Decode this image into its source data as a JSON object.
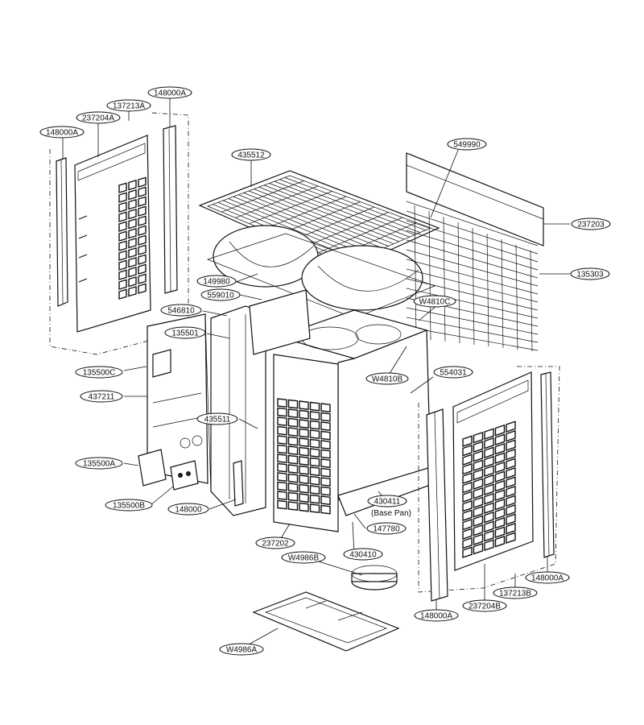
{
  "labels": {
    "l148000A_top": "148000A",
    "l137213A": "137213A",
    "l237204A": "237204A",
    "l148000A_left": "148000A",
    "l435512": "435512",
    "l549990": "549990",
    "l237203": "237203",
    "l135303": "135303",
    "l149980": "149980",
    "l559010": "559010",
    "l546810": "546810",
    "lW4810C": "W4810C",
    "l135501": "135501",
    "l135500C": "135500C",
    "lW4810B": "W4810B",
    "l554031": "554031",
    "l437211": "437211",
    "l435511": "435511",
    "l135500A": "135500A",
    "l135500B": "135500B",
    "l148000": "148000",
    "l430411": "430411",
    "lbasepan": "(Base Pan)",
    "l147780": "147780",
    "l237202": "237202",
    "l430410": "430410",
    "lW4986B": "W4986B",
    "l148000A_r": "148000A",
    "l137213B": "137213B",
    "l237204B": "237204B",
    "l148000A_bot": "148000A",
    "lW4986A": "W4986A"
  }
}
